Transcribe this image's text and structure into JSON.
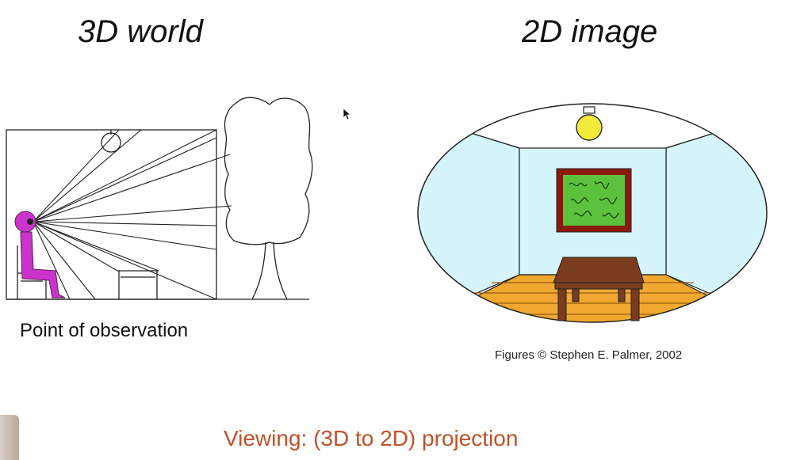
{
  "left_panel": {
    "title": "3D world",
    "caption": "Point of observation"
  },
  "right_panel": {
    "title": "2D image",
    "credit": "Figures © Stephen E. Palmer, 2002"
  },
  "footer": {
    "slide_title": "Viewing: (3D to 2D) projection"
  },
  "colors": {
    "title_accent": "#c0512a",
    "observer": "#cc33cc",
    "wall": "#d6f4fb",
    "floor": "#f0a830",
    "lamp": "#f5e93a",
    "picture_frame": "#8b1a0e",
    "picture_canvas": "#5cc23e",
    "table": "#7a3b1e"
  }
}
